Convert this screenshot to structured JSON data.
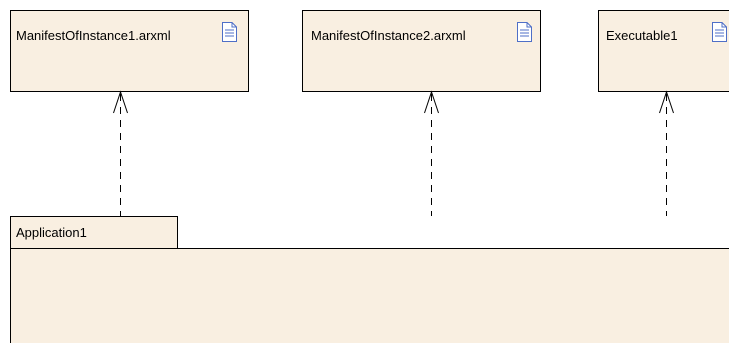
{
  "colors": {
    "box_fill": "#f9efe1",
    "stroke": "#000000",
    "icon_stroke": "#4f6fc7",
    "icon_fill": "#ffffff"
  },
  "artifacts": [
    {
      "label": "ManifestOfInstance1.arxml",
      "icon": "document-icon"
    },
    {
      "label": "ManifestOfInstance2.arxml",
      "icon": "document-icon"
    },
    {
      "label": "Executable1",
      "icon": "document-icon"
    }
  ],
  "package": {
    "label": "Application1"
  }
}
